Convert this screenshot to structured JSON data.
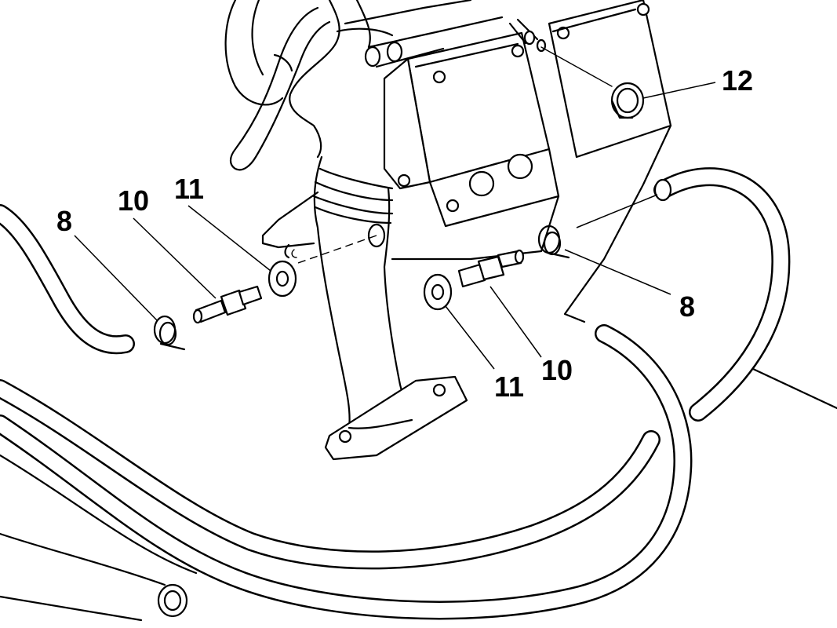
{
  "callouts": {
    "c8_left": "8",
    "c10_left": "10",
    "c11_left": "11",
    "c12": "12",
    "c8_right": "8",
    "c10_right": "10",
    "c11_right": "11"
  }
}
